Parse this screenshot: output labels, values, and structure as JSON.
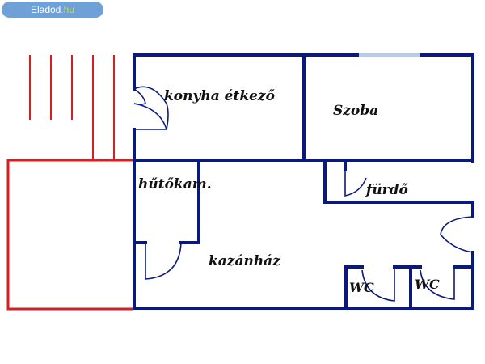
{
  "badge": {
    "brand": "Eladod",
    "tld": ".hu",
    "bg_color": "#6fa0d8",
    "tld_color": "#b9e05a"
  },
  "colors": {
    "wall": "#0b1a7a",
    "terrace": "#d42020",
    "window": "#b8cce4"
  },
  "rooms": {
    "kitchen": "konyha étkező",
    "room": "Szoba",
    "bathroom": "fürdő",
    "fridge": "hűtőkam.",
    "boiler": "kazánház",
    "wc1": "WC",
    "wc2": "WC"
  }
}
